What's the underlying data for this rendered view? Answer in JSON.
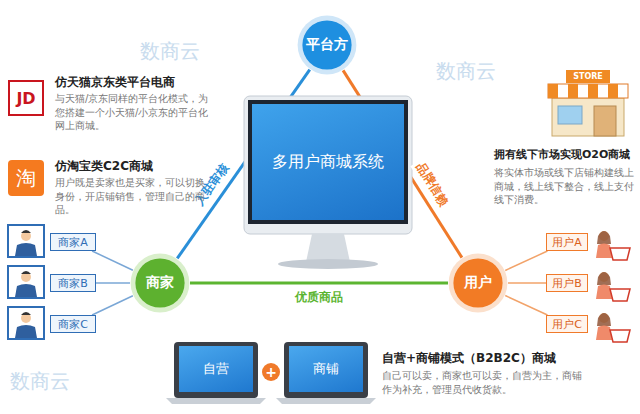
{
  "diagram": {
    "nodes": [
      {
        "text": [
          "平台方"
        ]
      },
      {
        "text": [
          "JD"
        ]
      },
      {
        "text": [
          "淘"
        ]
      },
      {
        "text": [
          "多用户商城系统"
        ]
      },
      {
        "text": [
          "商家"
        ]
      },
      {
        "text": [
          "用户"
        ]
      },
      {
        "text": [
          "商家A"
        ]
      },
      {
        "text": [
          "商家B"
        ]
      },
      {
        "text": [
          "商家C"
        ]
      },
      {
        "text": [
          "用户A"
        ]
      },
      {
        "text": [
          "用户B"
        ]
      },
      {
        "text": [
          "用户C"
        ]
      },
      {
        "text": [
          "自营"
        ]
      },
      {
        "text": [
          "商铺"
        ]
      }
    ],
    "edges": [
      {
        "from": 4,
        "to": 0,
        "label": "入驻审核",
        "arrow": "none"
      },
      {
        "from": 0,
        "to": 5,
        "label": "品牌信赖",
        "arrow": "none"
      },
      {
        "from": 4,
        "to": 5,
        "label": "优质商品",
        "arrow": "none"
      },
      {
        "from": 4,
        "to": 6,
        "arrow": "none"
      },
      {
        "from": 4,
        "to": 7,
        "arrow": "none"
      },
      {
        "from": 4,
        "to": 8,
        "arrow": "none"
      },
      {
        "from": 5,
        "to": 9,
        "arrow": "none"
      },
      {
        "from": 5,
        "to": 10,
        "arrow": "none"
      },
      {
        "from": 5,
        "to": 11,
        "arrow": "none"
      }
    ],
    "labels": [
      "仿天猫京东类平台电商",
      "与天猫/京东同样的平台化模式，为您搭建一个小天猫/小京东的平台化网上商城。",
      "仿淘宝类C2C商城",
      "用户既是卖家也是买家，可以切换身份，开店铺销售，管理自己的商品。",
      "STORE",
      "拥有线下市场实现O2O商城",
      "将实体市场或线下店铺构建线上商城，线上线下整合，线上支付线下消费。",
      "+",
      "自营+商铺模式（B2B2C）商城",
      "自己可以卖，商家也可以卖，自营为主，商铺作为补充，管理员代收货款。",
      "数商云",
      "数商云",
      "数商云"
    ]
  }
}
